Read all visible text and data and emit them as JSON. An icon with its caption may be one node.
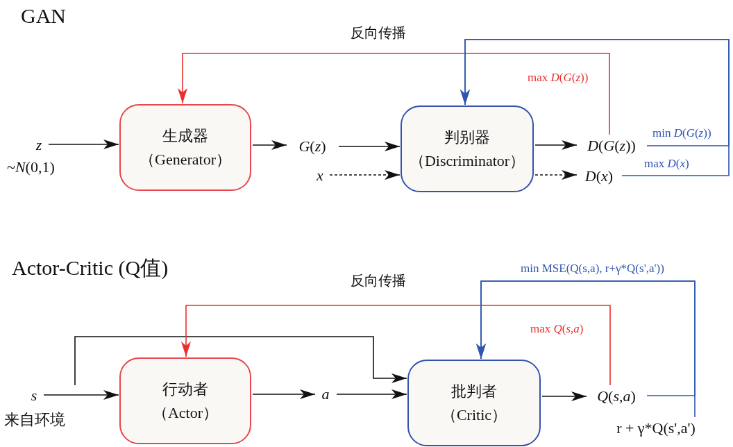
{
  "diagram": {
    "nodes": [
      {
        "text": [
          "z"
        ],
        "beside": [
          "~*N*(0,1)"
        ]
      },
      {
        "text": [
          "生成器",
          "（Generator）"
        ]
      },
      {
        "text": [
          "*G*(*z*)"
        ]
      },
      {
        "text": [
          "x"
        ]
      },
      {
        "text": [
          "判别器",
          "（Discriminator）"
        ]
      },
      {
        "text": [
          "*D*(*G*(*z*))"
        ]
      },
      {
        "text": [
          "*D*(*x*)"
        ]
      },
      {
        "text": [
          "s"
        ],
        "beside": [
          "来自环境"
        ]
      },
      {
        "text": [
          "行动者",
          "（Actor）"
        ]
      },
      {
        "text": [
          "a"
        ]
      },
      {
        "text": [
          "批判者",
          "（Critic）"
        ]
      },
      {
        "text": [
          "*Q*(*s*,*a*)"
        ]
      },
      {
        "text": [
          "r + γ*Q(s',a')"
        ]
      }
    ],
    "edges": [
      {
        "from": 0,
        "to": 1,
        "arrow": "to"
      },
      {
        "from": 1,
        "to": 2,
        "arrow": "to"
      },
      {
        "from": 2,
        "to": 4,
        "arrow": "to"
      },
      {
        "from": 3,
        "to": 4,
        "arrow": "to",
        "style": "dashed"
      },
      {
        "from": 4,
        "to": 5,
        "arrow": "to"
      },
      {
        "from": 4,
        "to": 6,
        "arrow": "to",
        "style": "dashed"
      },
      {
        "from": 5,
        "to": 1,
        "arrow": "to",
        "color": "#e8302f",
        "label": "max *D*(*G*(*z*))"
      },
      {
        "from": 5,
        "to": 4,
        "arrow": "to",
        "color": "#2f55b0",
        "label": "min *D*(*G*(*z*))"
      },
      {
        "from": 6,
        "to": 4,
        "arrow": "to",
        "color": "#2f55b0",
        "label": "max *D*(*x*)"
      },
      {
        "from": 7,
        "to": 8,
        "arrow": "to"
      },
      {
        "from": 7,
        "to": 10,
        "arrow": "to"
      },
      {
        "from": 8,
        "to": 9,
        "arrow": "to"
      },
      {
        "from": 9,
        "to": 10,
        "arrow": "to"
      },
      {
        "from": 10,
        "to": 11,
        "arrow": "to"
      },
      {
        "from": 11,
        "to": 8,
        "arrow": "to",
        "color": "#e8302f",
        "label": "max *Q*(*s*,*a*)"
      },
      {
        "from": 11,
        "to": 10,
        "arrow": "to",
        "color": "#2f55b0",
        "label": "min MSE(Q(s,a),  r+γ*Q(s',a'))"
      },
      {
        "from": 12,
        "to": 10,
        "arrow": "to",
        "color": "#2f55b0"
      }
    ],
    "labels": [
      "GAN",
      "反向传播",
      "Actor-Critic (Q值)",
      "反向传播"
    ]
  }
}
